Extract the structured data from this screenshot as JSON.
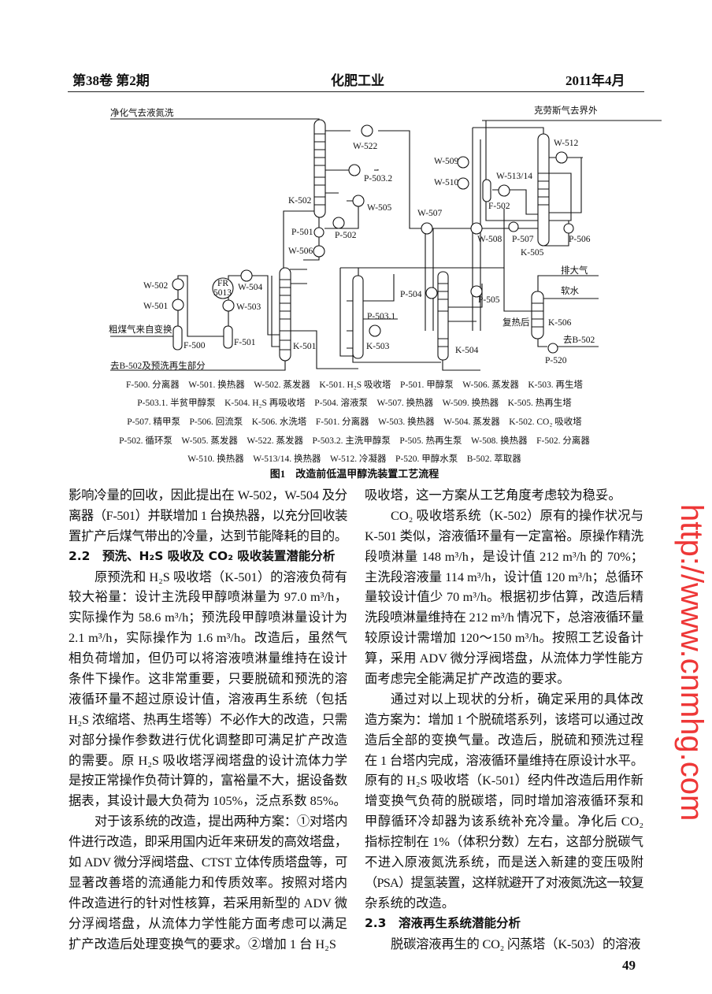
{
  "header": {
    "issue": "第38卷 第2期",
    "journal": "化肥工业",
    "date": "2011年4月"
  },
  "figure": {
    "labels": [
      "净化气去液氮洗",
      "K-502",
      "P-501",
      "W-506",
      "P-502",
      "W-502",
      "W-501",
      "粗煤气来自变换",
      "F-500",
      "F-501",
      "FR",
      "5013",
      "W-504",
      "W-503",
      "K-501",
      "去B-502及预洗再生部分",
      "W-522",
      "P-503.2",
      "W-505",
      "克劳斯气去界外",
      "W-509",
      "W-510",
      "W-512",
      "W-513/14",
      "F-502",
      "W-507",
      "W-508",
      "P-507",
      "P-506",
      "K-505",
      "排大气",
      "软水",
      "P-504",
      "P-505",
      "P-503.1",
      "复热后",
      "K-506",
      "K-503",
      "K-504",
      "去B-502",
      "P-520"
    ],
    "legend": [
      "F-500. 分离器　W-501. 换热器　W-502. 蒸发器　K-501. H₂S 吸收塔　P-501. 甲醇泵　W-506. 蒸发器　K-503. 再生塔",
      "P-503.1. 半贫甲醇泵　K-504. H₂S 再吸收塔　P-504. 溶液泵　W-507. 换热器　W-509. 换热器　K-505. 热再生塔",
      "P-507. 精甲泵　P-506. 回流泵　K-506. 水洗塔　F-501. 分离器　W-503. 换热器　W-504. 蒸发器　K-502. CO₂ 吸收塔",
      "P-502. 循环泵　W-505. 蒸发器　W-522. 蒸发器　P-503.2. 主洗甲醇泵　P-505. 热再生泵　W-508. 换热器　F-502. 分离器",
      "W-510. 换热器　W-513/14. 换热器　W-512. 冷凝器　P-520. 甲醇水泵　B-502. 萃取器"
    ],
    "caption": "图1　改造前低温甲醇洗装置工艺流程"
  },
  "left_column": [
    "影响冷量的回收，因此提出在 W-502，W-504 及分",
    "离器（F-501）并联增加 1 台换热器，以充分回收装",
    "置扩产后煤气带出的冷量，达到节能降耗的目的。",
    "2.2　预洗、H₂S 吸收及 CO₂ 吸收装置潜能分析",
    "原预洗和 H₂S 吸收塔（K-501）的溶液负荷有",
    "较大裕量：设计主洗段甲醇喷淋量为 97.0 m³/h，",
    "实际操作为 58.6 m³/h；预洗段甲醇喷淋量设计为",
    "2.1 m³/h，实际操作为 1.6 m³/h。改造后，虽然气",
    "相负荷增加，但仍可以将溶液喷淋量维持在设计",
    "条件下操作。这非常重要，只要脱硫和预洗的溶",
    "液循环量不超过原设计值，溶液再生系统（包括",
    "H₂S 浓缩塔、热再生塔等）不必作大的改造，只需",
    "对部分操作参数进行优化调整即可满足扩产改造",
    "的需要。原 H₂S 吸收塔浮阀塔盘的设计流体力学",
    "是按正常操作负荷计算的，富裕量不大，据设备数",
    "据表，其设计最大负荷为 105%，泛点系数 85%。",
    "对于该系统的改造，提出两种方案：①对塔内",
    "件进行改造，即采用国内近年来研发的高效塔盘，",
    "如 ADV 微分浮阀塔盘、CTST 立体传质塔盘等，可",
    "显著改善塔的流通能力和传质效率。按照对塔内",
    "件改造进行的针对性核算，若采用新型的 ADV 微",
    "分浮阀塔盘，从流体力学性能方面考虑可以满足",
    "扩产改造后处理变换气的要求。②增加 1 台 H₂S"
  ],
  "right_column": [
    "吸收塔，这一方案从工艺角度考虑较为稳妥。",
    "CO₂ 吸收塔系统（K-502）原有的操作状况与",
    "K-501 类似，溶液循环量有一定富裕。原操作精洗",
    "段喷淋量 148 m³/h，是设计值 212 m³/h 的 70%；",
    "主洗段溶液量 114 m³/h，设计值 120 m³/h；总循环",
    "量较设计值少 70 m³/h。根据初步估算，改造后精",
    "洗段喷淋量维持在 212 m³/h 情况下，总溶液循环量",
    "较原设计需增加 120～150 m³/h。按照工艺设备计",
    "算，采用 ADV 微分浮阀塔盘，从流体力学性能方",
    "面考虑完全能满足扩产改造的要求。",
    "通过对以上现状的分析，确定采用的具体改",
    "造方案为：增加 1 个脱硫塔系列，该塔可以通过改",
    "造后全部的变换气量。改造后，脱硫和预洗过程",
    "在 1 台塔内完成，溶液循环量维持在原设计水平。",
    "原有的 H₂S 吸收塔（K-501）经内件改造后用作新",
    "增变换气负荷的脱碳塔，同时增加溶液循环泵和",
    "甲醇循环冷却器为该系统补充冷量。净化后 CO₂",
    "指标控制在 1%（体积分数）左右，这部分脱碳气",
    "不进入原液氮洗系统，而是送入新建的变压吸附",
    "（PSA）提氢装置，这样就避开了对液氮洗这一较复",
    "杂系统的改造。",
    "2.3　溶液再生系统潜能分析",
    "脱碳溶液再生的 CO₂ 闪蒸塔（K-503）的溶液"
  ],
  "page_number": "49",
  "watermark": "http://www.cnmhg.com"
}
